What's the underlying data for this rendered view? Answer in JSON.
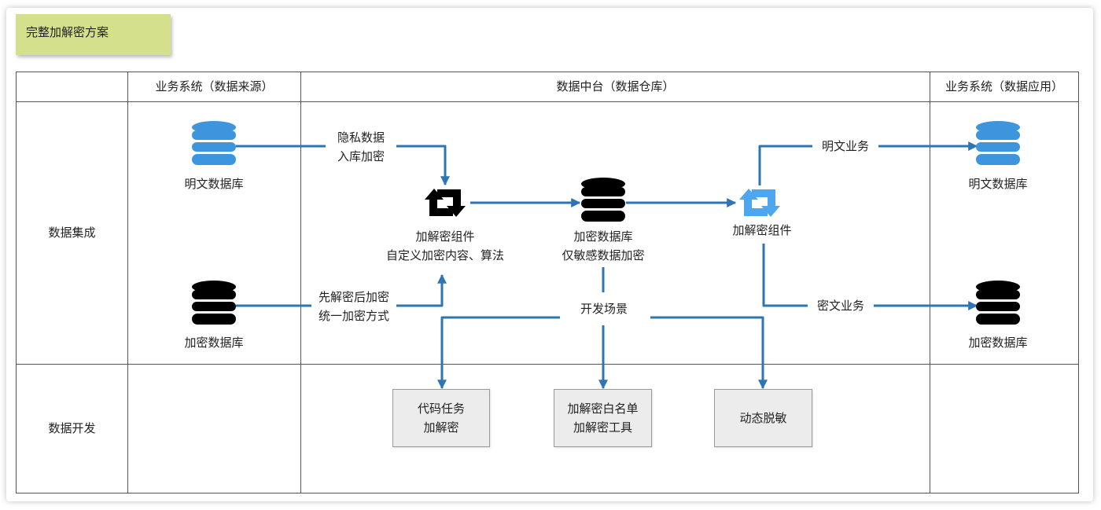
{
  "title": "完整加解密方案",
  "columns": {
    "source": "业务系统（数据来源）",
    "platform": "数据中台（数据仓库）",
    "application": "业务系统（数据应用）"
  },
  "rows": {
    "integration": "数据集成",
    "development": "数据开发"
  },
  "nodes": {
    "src_plain_db": "明文数据库",
    "src_cipher_db": "加密数据库",
    "component_left": {
      "line1": "加解密组件",
      "line2": "自定义加密内容、算法"
    },
    "encrypted_db": {
      "line1": "加密数据库",
      "line2": "仅敏感数据加密"
    },
    "component_right": "加解密组件",
    "app_plain_db": "明文数据库",
    "app_cipher_db": "加密数据库"
  },
  "edges": {
    "privacy": {
      "line1": "隐私数据",
      "line2": "入库加密"
    },
    "decrypt_first": {
      "line1": "先解密后加密",
      "line2": "统一加密方式"
    },
    "plain_business": "明文业务",
    "cipher_business": "密文业务",
    "dev_scene": "开发场景"
  },
  "dev_boxes": {
    "code_task": {
      "line1": "代码任务",
      "line2": "加解密"
    },
    "whitelist": {
      "line1": "加解密白名单",
      "line2": "加解密工具"
    },
    "masking": "动态脱敏"
  },
  "colors": {
    "arrow": "#2e75b6",
    "db_blue": "#3d96dd",
    "db_black": "#000000",
    "component_blue": "#4ea6ee",
    "note": "#d4e08b",
    "grid": "#555555"
  },
  "icons": {
    "database": "database-icon",
    "component": "sync-cycle-icon"
  }
}
